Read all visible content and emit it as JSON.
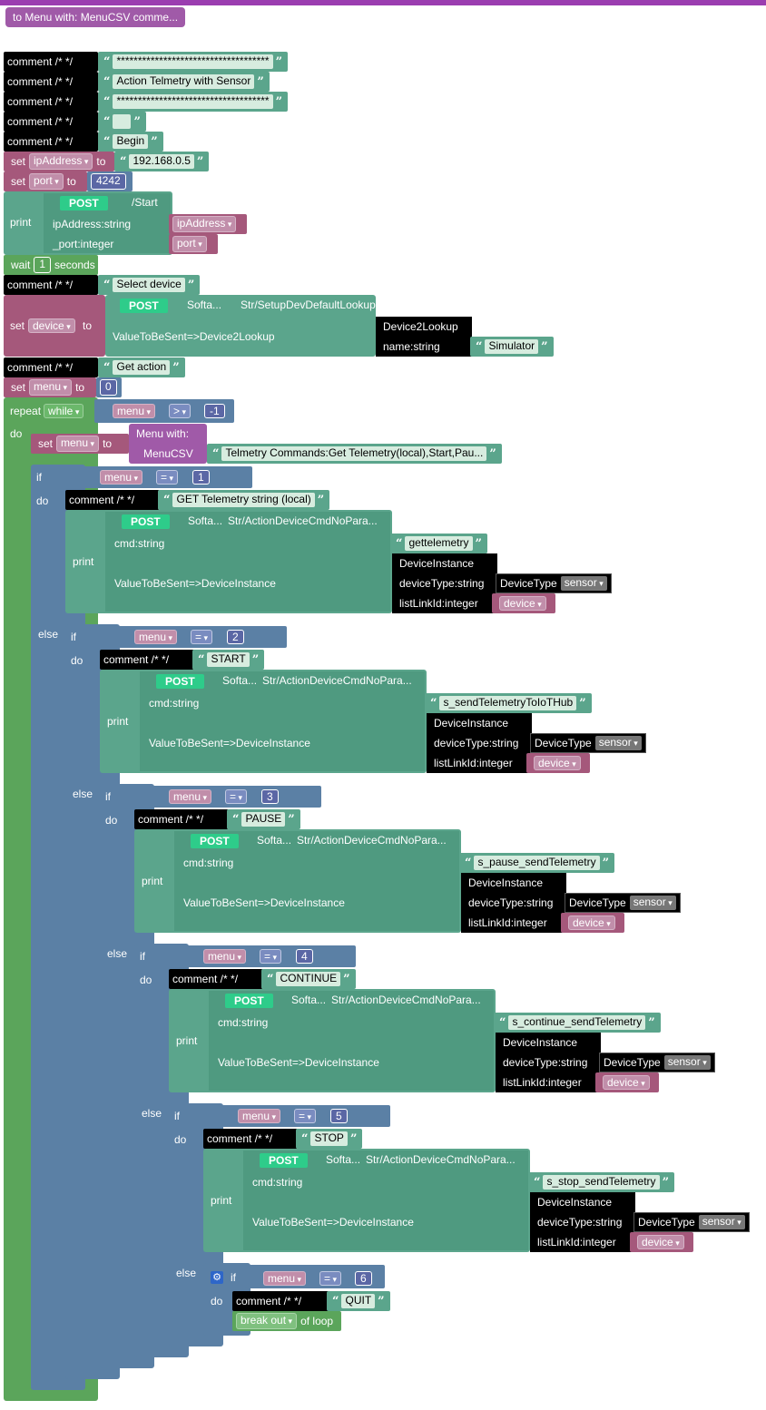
{
  "hat": "to Menu with: MenuCSV comme...",
  "comment_label": "comment /* */",
  "comments": {
    "c1": "************************************",
    "c2": "Action Telmetry with Sensor",
    "c3": "************************************",
    "c4": " ",
    "c5": "Begin",
    "c6": "Select device",
    "c7": "Get action"
  },
  "kw": {
    "set": "set",
    "to": "to",
    "print": "print",
    "wait": "wait",
    "seconds": "seconds",
    "repeat": "repeat",
    "while": "while",
    "do": "do",
    "if": "if",
    "else": "else",
    "post": "POST",
    "menu_with": "Menu  with:",
    "menucsv": "MenuCSV",
    "break_out": "break out",
    "of_loop": "of loop"
  },
  "vars": {
    "ipAddress": "ipAddress",
    "port": "port",
    "device": "device",
    "menu": "menu"
  },
  "values": {
    "ip": "192.168.0.5",
    "port": "4242",
    "wait": "1",
    "menu_init": "0",
    "repeat_cmp": ">",
    "repeat_val": "-1",
    "eq": "=",
    "menu_csv": "Telmetry Commands:Get Telemetry(local),Start,Pau..."
  },
  "start_call": {
    "path": "/Start",
    "p1": "ipAddress:string",
    "p2": "_port:integer"
  },
  "setup_call": {
    "prefix": "Softa...",
    "path": "Str/SetupDevDefaultLookup",
    "param": "ValueToBeSent=>Device2Lookup",
    "obj": "Device2Lookup",
    "field": "name:string",
    "field_val": "Simulator"
  },
  "action_common": {
    "prefix": "Softa...",
    "path": "Str/ActionDeviceCmdNoPara...",
    "cmd": "cmd:string",
    "value": "ValueToBeSent=>DeviceInstance",
    "instance": "DeviceInstance",
    "dtype_field": "deviceType:string",
    "dtype_label": "DeviceType",
    "sensor": "sensor",
    "link_field": "listLinkId:integer"
  },
  "branches": [
    {
      "num": "1",
      "comment": "GET Telemetry string (local)",
      "cmd": "gettelemetry"
    },
    {
      "num": "2",
      "comment": "START",
      "cmd": "s_sendTelemetryToIoTHub"
    },
    {
      "num": "3",
      "comment": "PAUSE",
      "cmd": "s_pause_sendTelemetry"
    },
    {
      "num": "4",
      "comment": "CONTINUE",
      "cmd": "s_continue_sendTelemetry"
    },
    {
      "num": "5",
      "comment": "STOP",
      "cmd": "s_stop_sendTelemetry"
    },
    {
      "num": "6",
      "comment": "QUIT",
      "cmd": ""
    }
  ],
  "colors": {
    "comment": "#000000",
    "text": "#5ba58c",
    "variable": "#a5587b",
    "loop": "#5ba55b",
    "logic": "#5b80a5",
    "procedure": "#a05aa8"
  }
}
